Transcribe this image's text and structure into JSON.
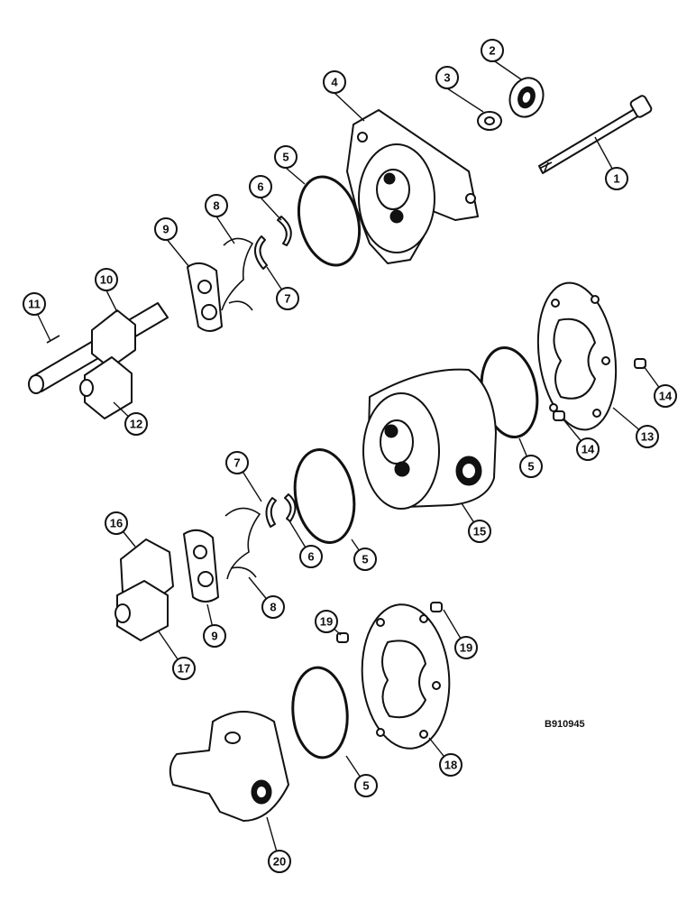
{
  "drawing_code": "B910945",
  "callouts": [
    "1",
    "2",
    "3",
    "4",
    "5",
    "5",
    "5",
    "5",
    "6",
    "6",
    "7",
    "7",
    "8",
    "8",
    "9",
    "9",
    "10",
    "11",
    "12",
    "13",
    "14",
    "14",
    "15",
    "16",
    "17",
    "18",
    "19",
    "19",
    "20"
  ]
}
